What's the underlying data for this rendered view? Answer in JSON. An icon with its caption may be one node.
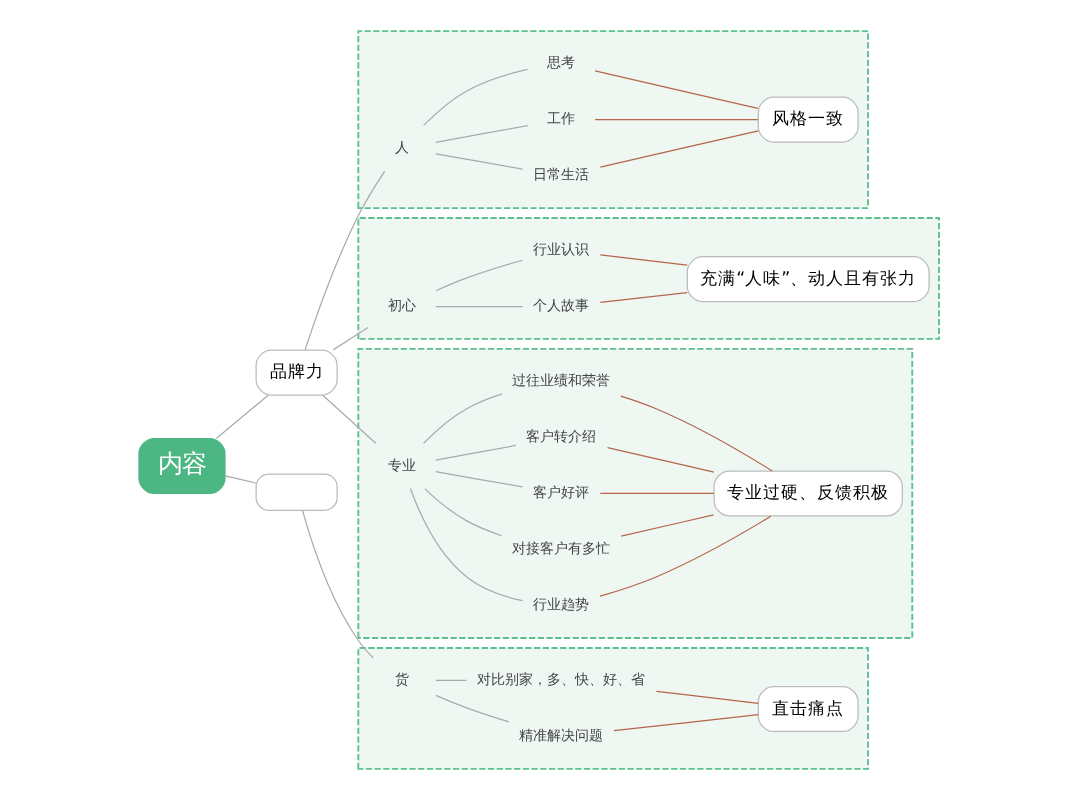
{
  "diagram": {
    "nodes": [
      {
        "text": [
          "内容"
        ]
      },
      {
        "text": [
          "品牌力"
        ]
      },
      {
        "text": [],
        "shape": "box"
      },
      {
        "text": [
          "人"
        ],
        "in": 2
      },
      {
        "text": [
          "日常生活"
        ],
        "in": 2
      },
      {
        "text": [
          "工作"
        ],
        "in": 2
      },
      {
        "text": [
          "思考"
        ],
        "in": 2
      },
      {
        "text": [
          "风格一致"
        ],
        "in": 2
      },
      {
        "text": [],
        "shape": "box"
      },
      {
        "text": [
          "初心"
        ],
        "in": 8
      },
      {
        "text": [
          "个人故事"
        ],
        "in": 8
      },
      {
        "text": [
          "行业认识"
        ],
        "in": 8
      },
      {
        "text": [
          "充满“人味”、动人且有张力"
        ],
        "in": 8
      },
      {
        "text": [],
        "shape": "box"
      },
      {
        "text": [
          "专业"
        ],
        "in": 13
      },
      {
        "text": [
          "行业趋势"
        ],
        "in": 13
      },
      {
        "text": [
          "对接客户有多忙"
        ],
        "in": 13
      },
      {
        "text": [
          "客户好评"
        ],
        "in": 13
      },
      {
        "text": [
          "客户转介绍"
        ],
        "in": 13
      },
      {
        "text": [
          "过往业绩和荣誉"
        ],
        "in": 13
      },
      {
        "text": [
          "专业过硬、反馈积极"
        ],
        "in": 13
      },
      {
        "text": [],
        "shape": "box"
      },
      {
        "text": [],
        "shape": "box"
      },
      {
        "text": [
          "货"
        ],
        "in": 22
      },
      {
        "text": [
          "精准解决问题"
        ],
        "in": 22
      },
      {
        "text": [
          "对比别家，多、快、好、省"
        ],
        "in": 22
      },
      {
        "text": [
          "直击痛点"
        ],
        "in": 22
      }
    ],
    "edges": [
      {
        "from": 0,
        "to": 1,
        "arrow": "none"
      },
      {
        "from": 1,
        "to": 3,
        "arrow": "none"
      },
      {
        "from": 1,
        "to": 9,
        "arrow": "none"
      },
      {
        "from": 1,
        "to": 14,
        "arrow": "none"
      },
      {
        "from": 3,
        "to": 4,
        "arrow": "none"
      },
      {
        "from": 3,
        "to": 5,
        "arrow": "none"
      },
      {
        "from": 3,
        "to": 6,
        "arrow": "none"
      },
      {
        "from": 4,
        "to": 7,
        "arrow": "none",
        "color": "#b5654a"
      },
      {
        "from": 5,
        "to": 7,
        "arrow": "none",
        "color": "#b5654a"
      },
      {
        "from": 6,
        "to": 7,
        "arrow": "none",
        "color": "#b5654a"
      },
      {
        "from": 9,
        "to": 10,
        "arrow": "none"
      },
      {
        "from": 9,
        "to": 11,
        "arrow": "none"
      },
      {
        "from": 10,
        "to": 12,
        "arrow": "none",
        "color": "#b5654a"
      },
      {
        "from": 11,
        "to": 12,
        "arrow": "none",
        "color": "#b5654a"
      },
      {
        "from": 14,
        "to": 15,
        "arrow": "none"
      },
      {
        "from": 14,
        "to": 16,
        "arrow": "none"
      },
      {
        "from": 14,
        "to": 17,
        "arrow": "none"
      },
      {
        "from": 14,
        "to": 18,
        "arrow": "none"
      },
      {
        "from": 14,
        "to": 19,
        "arrow": "none"
      },
      {
        "from": 15,
        "to": 20,
        "arrow": "none",
        "color": "#b5654a"
      },
      {
        "from": 16,
        "to": 20,
        "arrow": "none",
        "color": "#b5654a"
      },
      {
        "from": 17,
        "to": 20,
        "arrow": "none",
        "color": "#b5654a"
      },
      {
        "from": 18,
        "to": 20,
        "arrow": "none",
        "color": "#b5654a"
      },
      {
        "from": 19,
        "to": 20,
        "arrow": "none",
        "color": "#b5654a"
      },
      {
        "from": 0,
        "to": 21,
        "arrow": "none"
      },
      {
        "from": 21,
        "to": 23,
        "arrow": "none"
      },
      {
        "from": 23,
        "to": 24,
        "arrow": "none"
      },
      {
        "from": 23,
        "to": 25,
        "arrow": "none"
      },
      {
        "from": 24,
        "to": 26,
        "arrow": "none",
        "color": "#b5654a"
      },
      {
        "from": 25,
        "to": 26,
        "arrow": "none",
        "color": "#b5654a"
      }
    ]
  }
}
